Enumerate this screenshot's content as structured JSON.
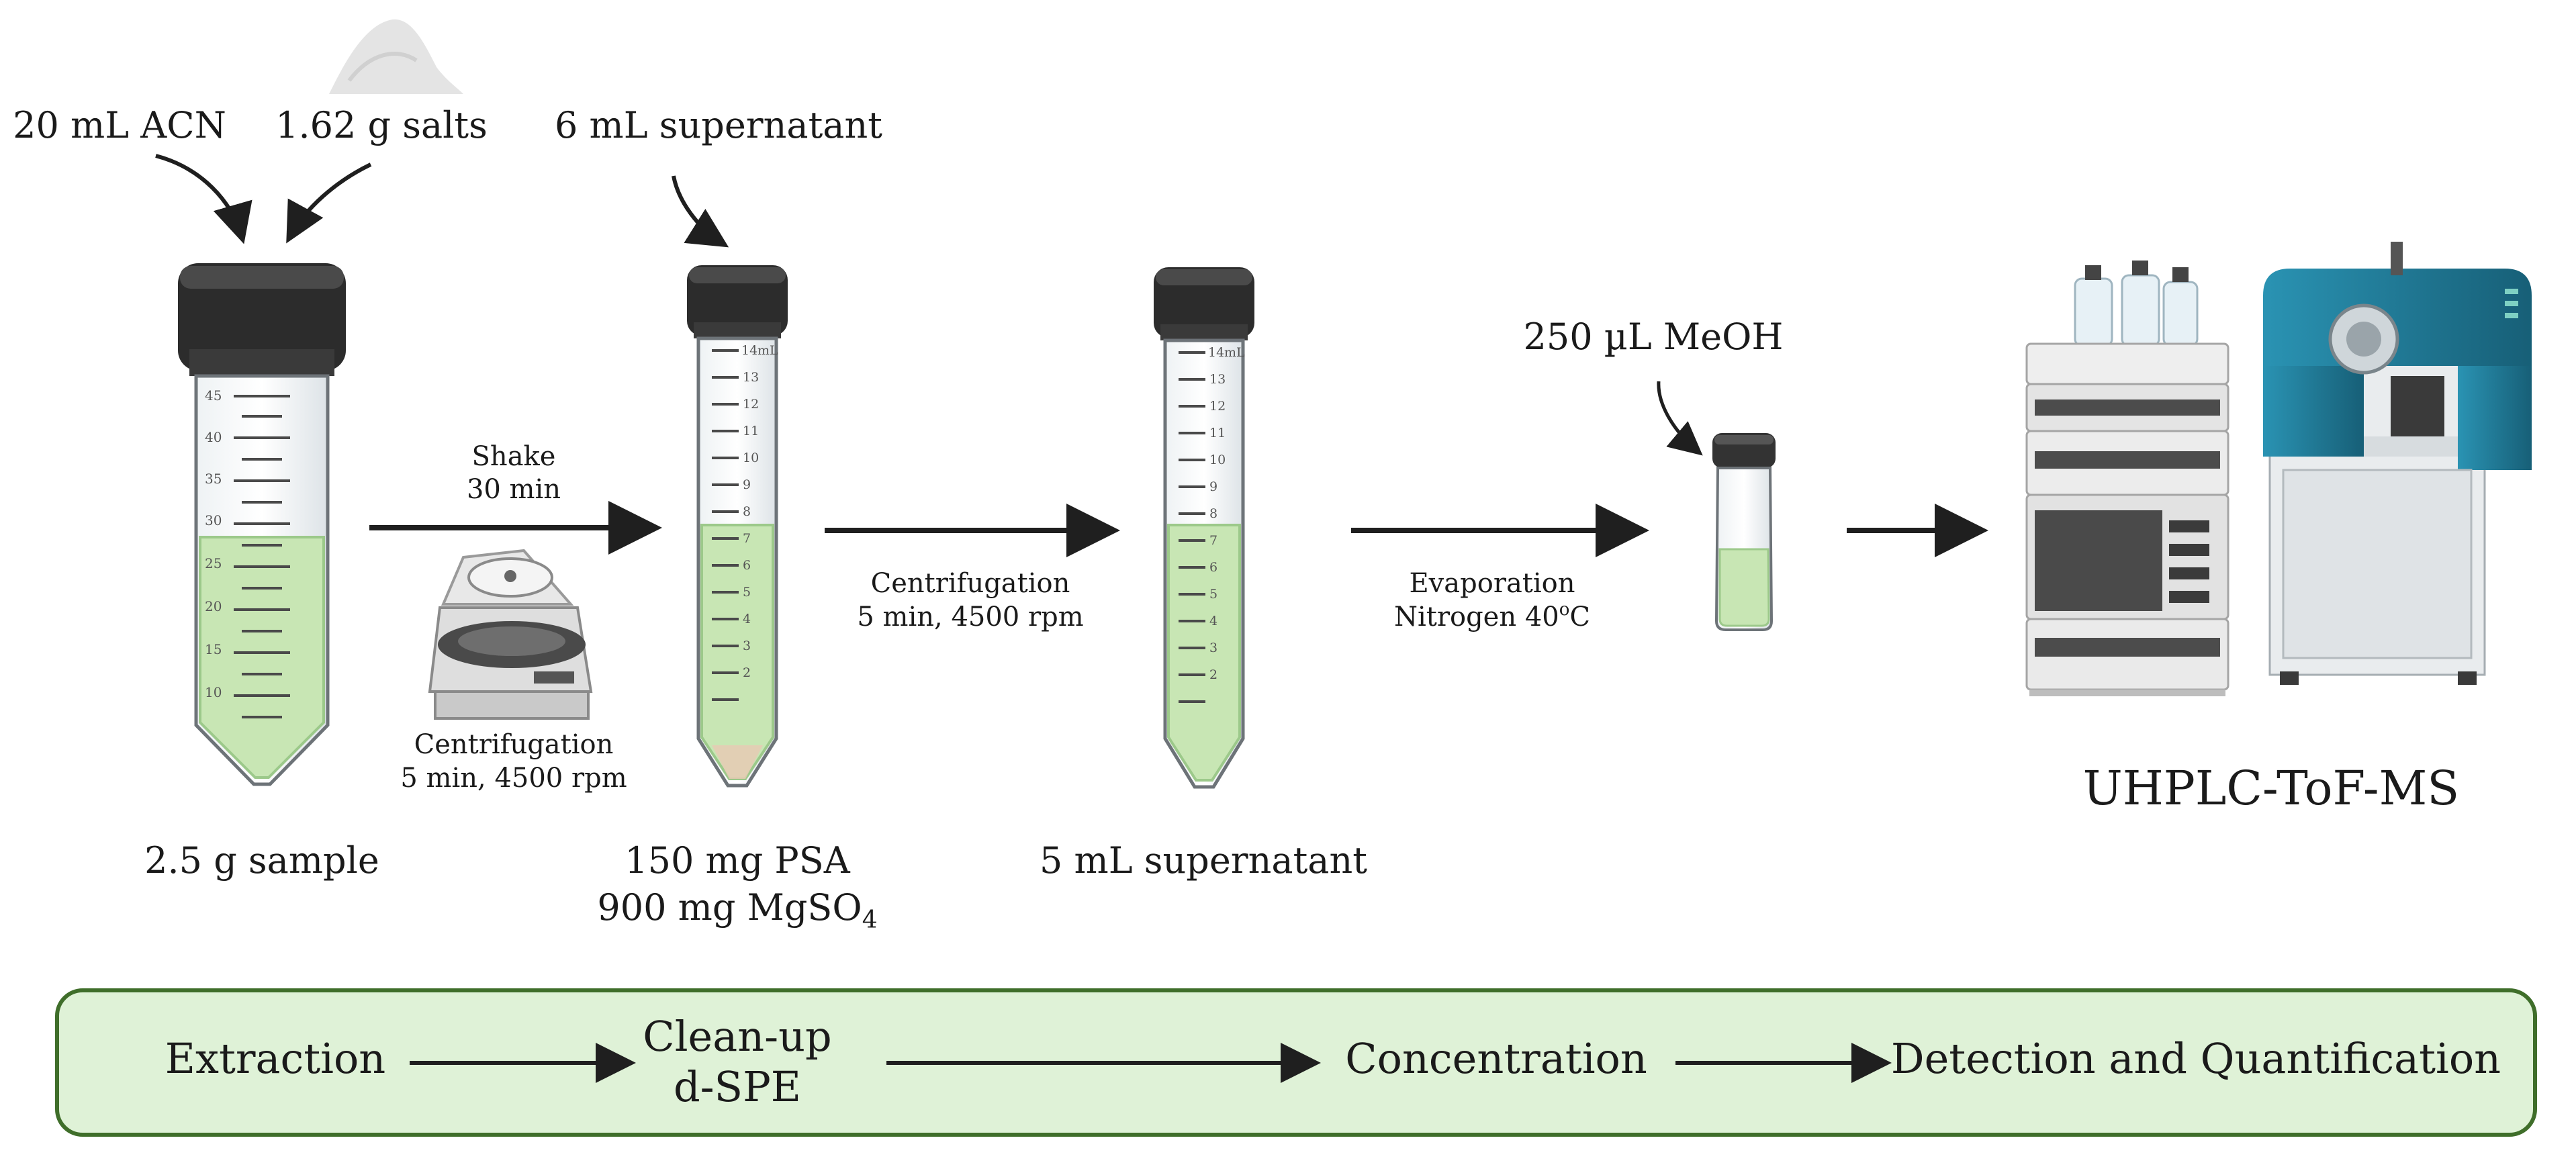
{
  "inputs": {
    "acn": "20 mL ACN",
    "salts": "1.62 g salts",
    "supernatant_in": "6 mL supernatant",
    "meoh": "250 µL MeOH"
  },
  "steps": {
    "shake_line1": "Shake",
    "shake_line2": "30 min",
    "centrifuge1_line1": "Centrifugation",
    "centrifuge1_line2": "5 min, 4500 rpm",
    "centrifuge2_line1": "Centrifugation",
    "centrifuge2_line2": "5 min, 4500 rpm",
    "evap_line1": "Evaporation",
    "evap_line2": "Nitrogen 40",
    "evap_sup": "o",
    "evap_unit": "C"
  },
  "tubes": {
    "sample": "2.5 g sample",
    "psa_line1": "150 mg PSA",
    "psa_line2": "900 mg MgSO",
    "psa_sub": "4",
    "supernatant_out": "5 mL supernatant",
    "tube_scale_large": [
      "45",
      "40",
      "35",
      "30",
      "25",
      "20",
      "15",
      "10"
    ],
    "tube_scale_small": [
      "14",
      "13",
      "12",
      "11",
      "10",
      "9",
      "8",
      "7",
      "6",
      "5",
      "4",
      "3",
      "2"
    ],
    "tube_unit": "mL"
  },
  "instrument": {
    "name": "UHPLC-ToF-MS"
  },
  "workflow": {
    "stages": [
      "Extraction",
      "Clean-up",
      "d-SPE",
      "Concentration",
      "Detection and Quantification"
    ]
  },
  "colors": {
    "liquid": "#c8e6b4",
    "liquid_edge": "#9cc98a",
    "cap": "#3a3a3a",
    "arrow": "#1f1f1f",
    "panel_fill": "#dff2d7",
    "panel_border": "#3f6e2a",
    "instrument_teal": "#1f7c99"
  }
}
